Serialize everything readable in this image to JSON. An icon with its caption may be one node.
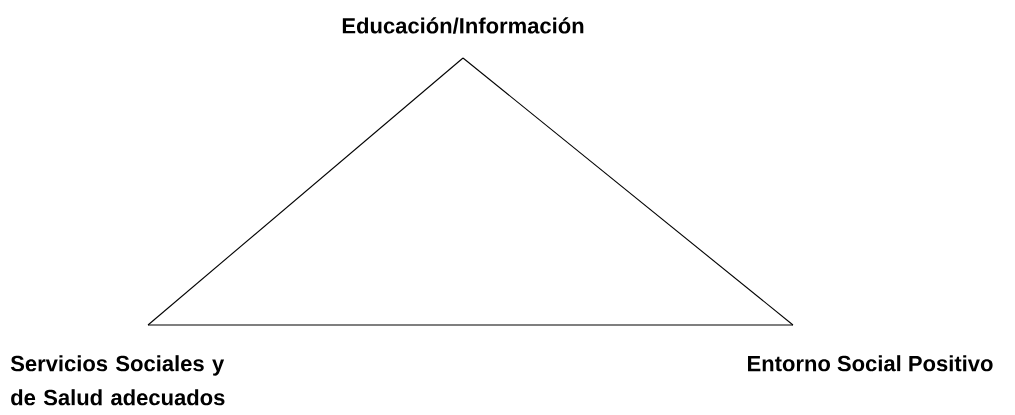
{
  "diagram": {
    "nodes": [
      {
        "text": [
          "Educación/Información"
        ]
      },
      {
        "text": [
          "Servicios Sociales y de Salud adecuados"
        ]
      },
      {
        "text": [
          "Entorno Social Positivo"
        ]
      }
    ],
    "edges": [
      {
        "from": 0,
        "to": 1,
        "arrow": "none"
      },
      {
        "from": 1,
        "to": 2,
        "arrow": "none"
      },
      {
        "from": 2,
        "to": 0,
        "arrow": "none"
      }
    ]
  }
}
